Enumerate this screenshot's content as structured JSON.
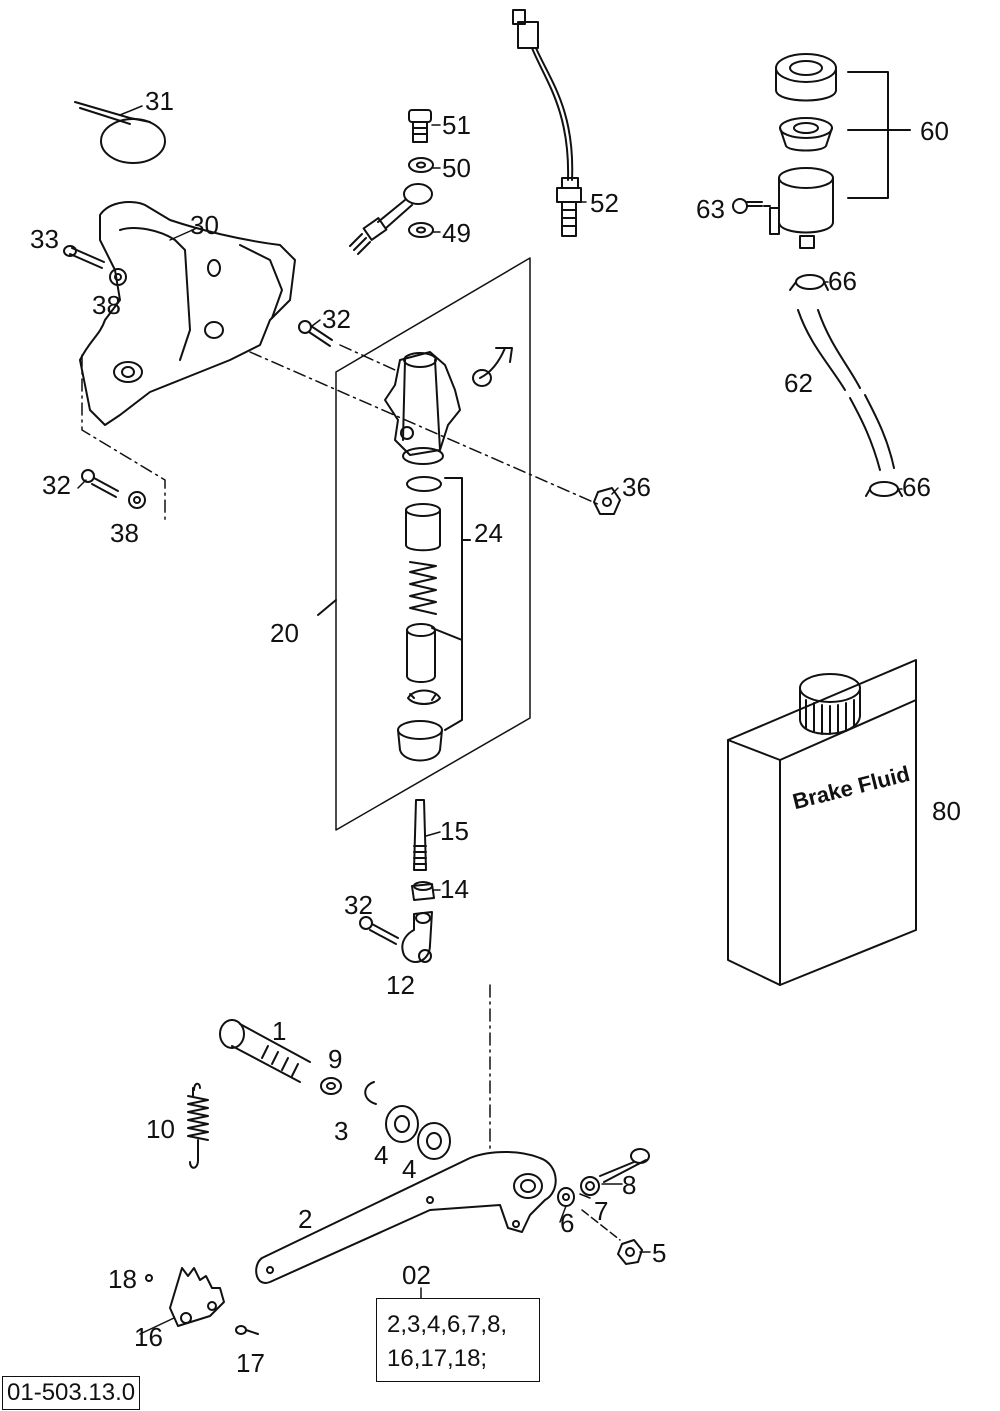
{
  "diagram": {
    "id": "01-503.13.0",
    "fluid_container_text": "Brake Fluid",
    "kit": {
      "number": "02",
      "line1": "2,3,4,6,7,8,",
      "line2": "16,17,18;"
    },
    "callouts": {
      "c31": "31",
      "c51": "51",
      "c50": "50",
      "c49": "49",
      "c52": "52",
      "c60": "60",
      "c63": "63",
      "c66a": "66",
      "c62": "62",
      "c66b": "66",
      "c30": "30",
      "c33": "33",
      "c38a": "38",
      "c32a": "32",
      "c36": "36",
      "c32b": "32",
      "c38b": "38",
      "c24": "24",
      "c20": "20",
      "c80": "80",
      "c15": "15",
      "c14": "14",
      "c32c": "32",
      "c12": "12",
      "c1": "1",
      "c9": "9",
      "c10": "10",
      "c3": "3",
      "c4a": "4",
      "c4b": "4",
      "c8": "8",
      "c7": "7",
      "c6": "6",
      "c5": "5",
      "c2": "2",
      "c18": "18",
      "c16": "16",
      "c17": "17"
    }
  }
}
